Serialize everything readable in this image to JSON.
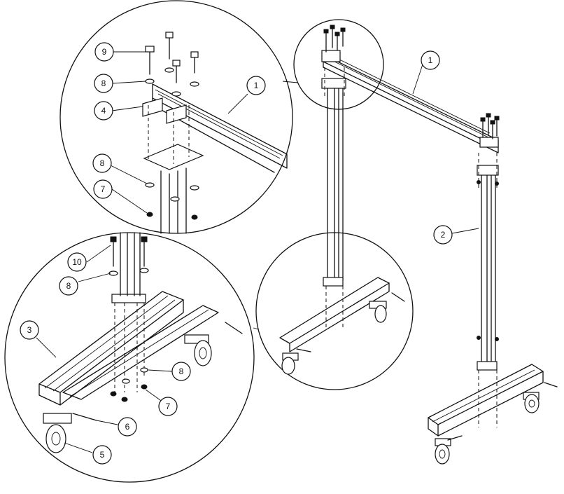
{
  "callouts": {
    "c9": "9",
    "c8_top": "8",
    "c4": "4",
    "c1_detail": "1",
    "c8_mid": "8",
    "c7_top": "7",
    "c10": "10",
    "c8_left": "8",
    "c3": "3",
    "c8_bottom": "8",
    "c7_bottom": "7",
    "c6": "6",
    "c5": "5",
    "c1_main": "1",
    "c2": "2"
  }
}
